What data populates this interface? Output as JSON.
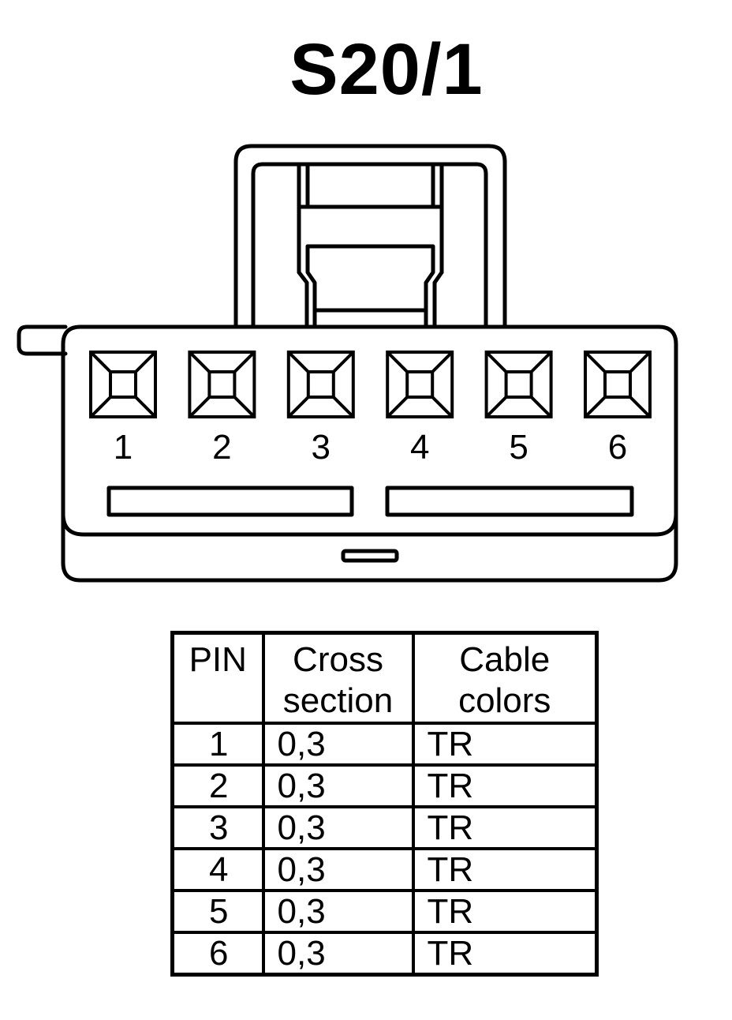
{
  "title": "S20/1",
  "connector": {
    "pin_labels": [
      "1",
      "2",
      "3",
      "4",
      "5",
      "6"
    ]
  },
  "table": {
    "headers": {
      "pin": "PIN",
      "cross_section": [
        "Cross",
        "section"
      ],
      "cable_colors": [
        "Cable",
        "colors"
      ]
    },
    "rows": [
      {
        "pin": "1",
        "cross_section": "0,3",
        "color": "TR"
      },
      {
        "pin": "2",
        "cross_section": "0,3",
        "color": "TR"
      },
      {
        "pin": "3",
        "cross_section": "0,3",
        "color": "TR"
      },
      {
        "pin": "4",
        "cross_section": "0,3",
        "color": "TR"
      },
      {
        "pin": "5",
        "cross_section": "0,3",
        "color": "TR"
      },
      {
        "pin": "6",
        "cross_section": "0,3",
        "color": "TR"
      }
    ]
  }
}
